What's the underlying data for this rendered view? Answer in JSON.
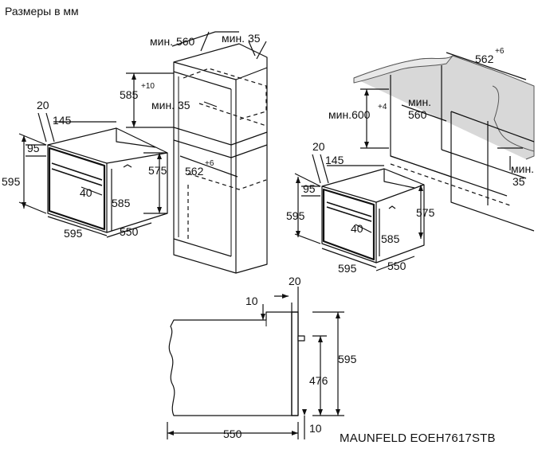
{
  "title": "Размеры в мм",
  "model": "MAUNFELD EOEH7617STB",
  "oven_left": {
    "d20": "20",
    "d145": "145",
    "d95": "95",
    "d595_h": "595",
    "d575": "575",
    "d40": "40",
    "d585": "585",
    "d595_w": "595",
    "d550": "550"
  },
  "cabinet_tall": {
    "min560": "мин. 560",
    "min35_top": "мин. 35",
    "d585": "585",
    "d585_sup": "+10",
    "min35": "мин. 35",
    "d562": "562",
    "d562_sup": "+6"
  },
  "cabinet_under": {
    "d562": "562",
    "d562_sup": "+6",
    "min600": "мин.600",
    "min600_sup": "+4",
    "min560_a": "мин.",
    "min560_b": "560",
    "min35_a": "мин.",
    "min35_b": "35"
  },
  "oven_right": {
    "d20": "20",
    "d145": "145",
    "d95": "95",
    "d595_h": "595",
    "d575": "575",
    "d40": "40",
    "d585": "585",
    "d595_w": "595",
    "d550": "550"
  },
  "side_view": {
    "d20": "20",
    "d10_top": "10",
    "d595": "595",
    "d476": "476",
    "d550": "550",
    "d10_bottom": "10"
  }
}
